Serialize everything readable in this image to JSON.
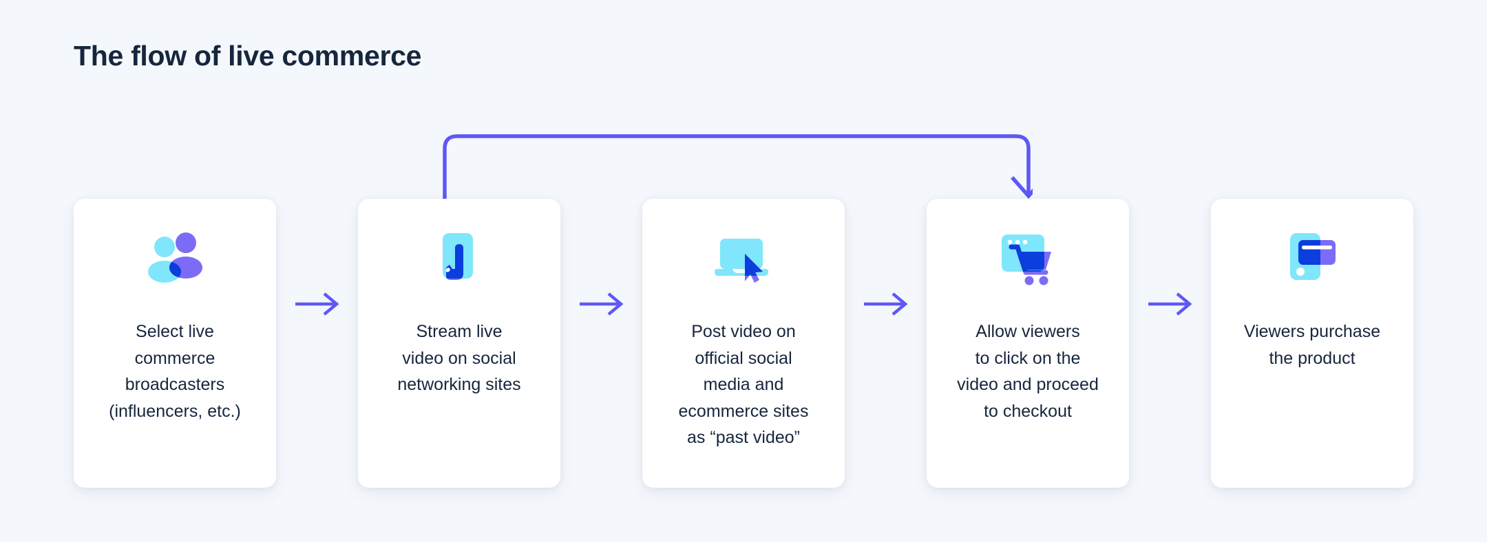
{
  "page": {
    "title": "The flow of live commerce",
    "background_color": "#f4f7fb",
    "title_color": "#16263d",
    "card_background": "#ffffff"
  },
  "palette": {
    "accent_purple": "#5f57f6",
    "icon_cyan": "#7fe6fb",
    "icon_blue": "#0b3edc",
    "icon_violet": "#7c6cf5",
    "text_dark": "#16263d"
  },
  "diagram": {
    "type": "process-flow",
    "step_count": 5,
    "steps": [
      {
        "index": 1,
        "icon": "people-group-icon",
        "label": "Select live\ncommerce\nbroadcasters\n(influencers, etc.)"
      },
      {
        "index": 2,
        "icon": "phone-tap-icon",
        "label": "Stream live\nvideo on social\nnetworking sites"
      },
      {
        "index": 3,
        "icon": "laptop-cursor-icon",
        "label": "Post video on\nofficial social\nmedia and\necommerce sites\nas “past video”"
      },
      {
        "index": 4,
        "icon": "browser-cart-icon",
        "label": "Allow viewers\nto click on the\nvideo and proceed\nto checkout"
      },
      {
        "index": 5,
        "icon": "phone-card-icon",
        "label": "Viewers purchase\nthe product"
      }
    ],
    "connectors": [
      {
        "from": 1,
        "to": 2,
        "icon": "arrow-right-icon"
      },
      {
        "from": 2,
        "to": 3,
        "icon": "arrow-right-icon"
      },
      {
        "from": 3,
        "to": 4,
        "icon": "arrow-right-icon"
      },
      {
        "from": 4,
        "to": 5,
        "icon": "arrow-right-icon"
      }
    ],
    "feedback_loop": {
      "icon": "loop-arrow-down-icon",
      "from_step": 2,
      "to_step": 4,
      "color": "#5f57f6"
    }
  }
}
